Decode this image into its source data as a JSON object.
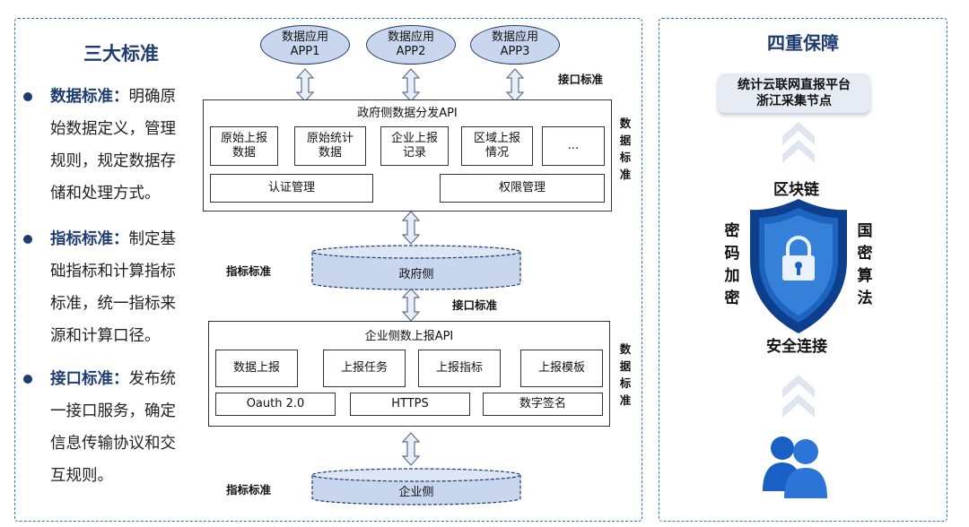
{
  "left": {
    "title": "三大标准",
    "items": [
      {
        "term": "数据标准：",
        "desc": "明确原始数据定义，管理规则，规定数据存储和处理方式。"
      },
      {
        "term": "指标标准：",
        "desc": "制定基础指标和计算指标标准，统一指标来源和计算口径。"
      },
      {
        "term": "接口标准：",
        "desc": "发布统一接口服务，确定信息传输协议和交互规则。"
      }
    ]
  },
  "center": {
    "apps": [
      "数据应用APP1",
      "数据应用APP2",
      "数据应用APP3"
    ],
    "interface_label_top": "接口标准",
    "gov_api": {
      "title": "政府侧数据分发API",
      "row1": [
        "原始上报数据",
        "原始统计数据",
        "企业上报记录",
        "区域上报情况",
        "..."
      ],
      "row2": [
        "认证管理",
        "权限管理"
      ]
    },
    "data_label_1": "数据标准",
    "indicator_label_1": "指标标准",
    "gov_side": "政府侧",
    "interface_label_mid": "接口标准",
    "ent_api": {
      "title": "企业侧数上报API",
      "row1": [
        "数据上报",
        "上报任务",
        "上报指标",
        "上报模板"
      ],
      "row2": [
        "Oauth 2.0",
        "HTTPS",
        "数字签名"
      ]
    },
    "data_label_2": "数据标准",
    "indicator_label_2": "指标标准",
    "ent_side": "企业侧"
  },
  "right": {
    "title": "四重保障",
    "platform": [
      "统计云联网直报平台",
      "浙江采集节点"
    ],
    "blockchain": "区块链",
    "crypto": "密码加密",
    "national": "国密算法",
    "secure": "安全连接",
    "icons": [
      "lock-shield-icon",
      "users-icon",
      "chevron-up-icon"
    ]
  },
  "colors": {
    "accent": "#1e3c72",
    "border": "#2f6fb8",
    "ellipse": "#c9d7ee",
    "shield": "#1d63c0"
  }
}
